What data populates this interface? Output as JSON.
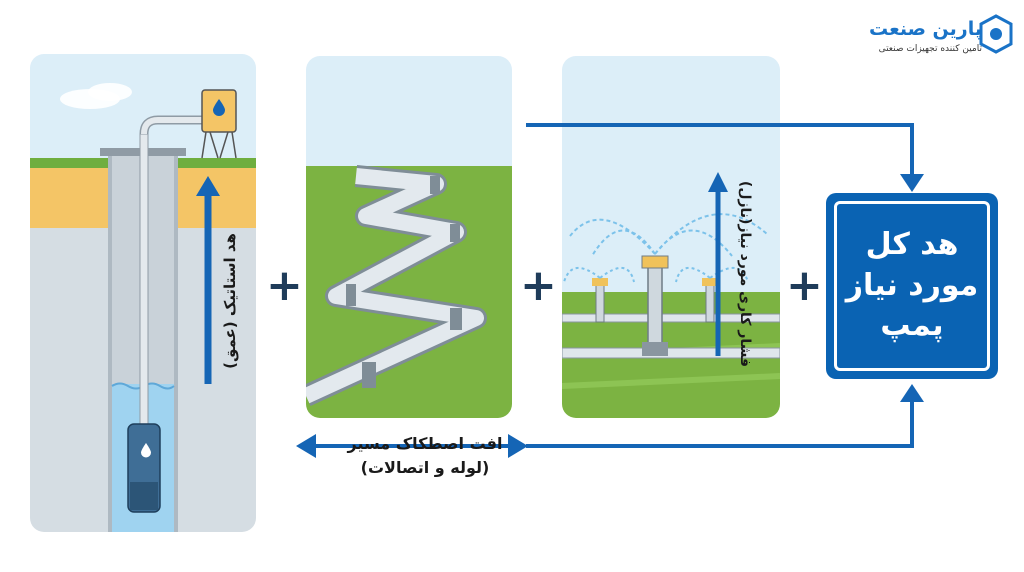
{
  "brand": {
    "name": "پارین صنعت",
    "tagline": "تامین کننده تجهیزات صنعتی"
  },
  "labels": {
    "static_head": "هد استاتیک (عمق)",
    "friction_loss_line1": "افت اصطکاک مسیر",
    "friction_loss_line2": "(لوله و اتصالات)",
    "working_pressure": "فشار کاری مورد نیاز(نازل)",
    "result_line1": "هد کل",
    "result_line2": "مورد نیاز",
    "result_line3": "پمپ"
  },
  "operators": {
    "plus": "+"
  },
  "colors": {
    "accent_blue": "#0a63b3",
    "arrow_blue": "#1565b5",
    "sky": "#dceef8",
    "grass": "#7cb342",
    "sand": "#f4c566",
    "water": "#9fd3f0"
  },
  "icons": [
    "water-drop-icon",
    "logo-icon"
  ]
}
